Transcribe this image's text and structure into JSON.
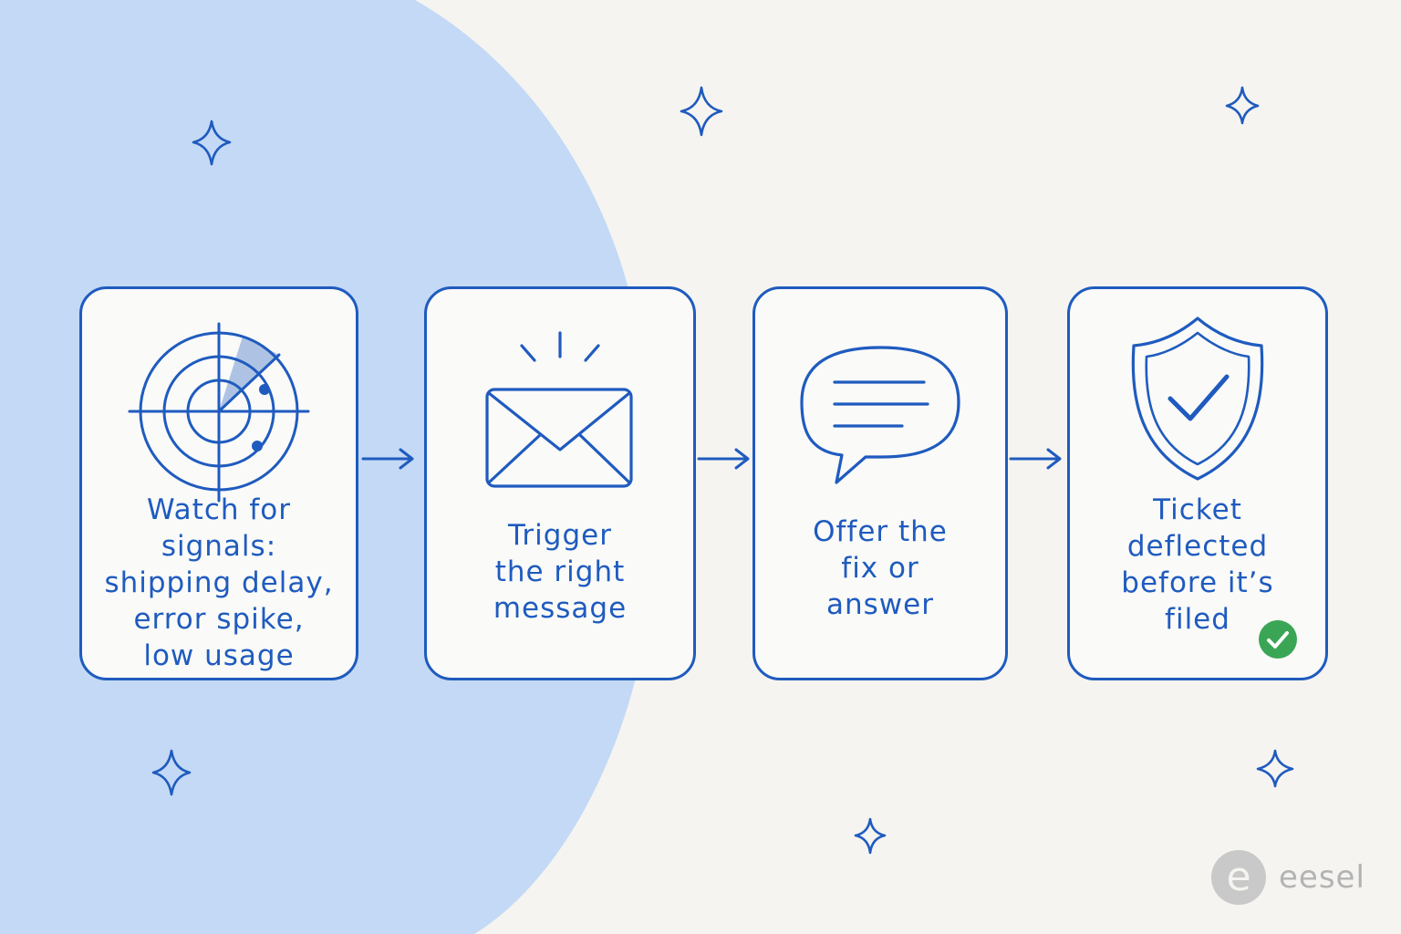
{
  "colors": {
    "background": "#f5f4f1",
    "blob": "#c3d9f5",
    "ink": "#1f5bbf",
    "card_fill": "#fafaf8",
    "check_badge": "#3aa655",
    "brand_gray": "#c9c9c9"
  },
  "steps": [
    {
      "label": "Watch for\nsignals:\nshipping delay,\nerror spike,\nlow usage",
      "icon": "radar-icon"
    },
    {
      "label": "Trigger\nthe right\nmessage",
      "icon": "envelope-icon"
    },
    {
      "label": "Offer the\nfix or\nanswer",
      "icon": "speech-bubble-icon"
    },
    {
      "label": "Ticket\ndeflected\nbefore it’s\nfiled",
      "icon": "shield-check-icon"
    }
  ],
  "badge_icon": "check-circle-icon",
  "brand": {
    "glyph": "e",
    "name": "eesel"
  }
}
